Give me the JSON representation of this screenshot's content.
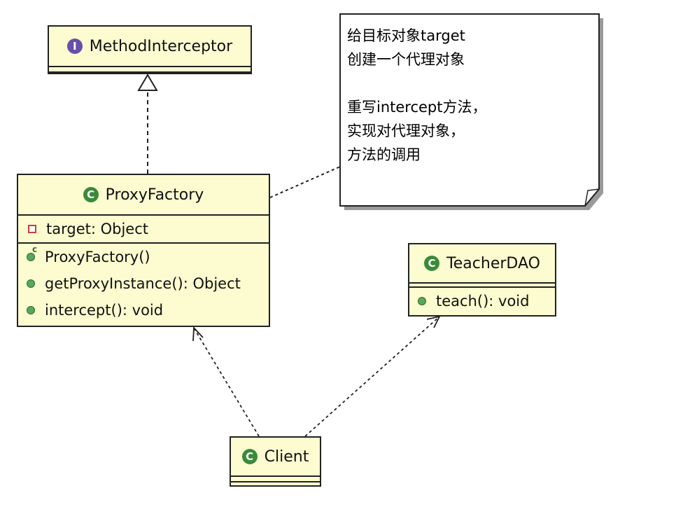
{
  "colors": {
    "class_fill": "#fcfcd0",
    "border": "#222222",
    "class_badge": "#3a8a3a",
    "interface_badge": "#6650a8",
    "public_dot": "#5aa65a",
    "private_marker": "#c84040"
  },
  "method_interceptor": {
    "badge": "I",
    "name": "MethodInterceptor"
  },
  "proxy_factory": {
    "badge": "C",
    "name": "ProxyFactory",
    "fields": [
      {
        "text": "target: Object",
        "icon": "private-field-icon"
      }
    ],
    "methods": [
      {
        "text": "ProxyFactory()",
        "icon": "constructor-icon",
        "ctor_mark": "c"
      },
      {
        "text": "getProxyInstance(): Object",
        "icon": "public-method-icon"
      },
      {
        "text": "intercept(): void",
        "icon": "public-method-icon"
      }
    ]
  },
  "teacher_dao": {
    "badge": "C",
    "name": "TeacherDAO",
    "methods": [
      {
        "text": "teach(): void",
        "icon": "public-method-icon"
      }
    ]
  },
  "client": {
    "badge": "C",
    "name": "Client"
  },
  "note": {
    "lines": [
      "给目标对象target",
      "创建一个代理对象",
      "",
      "重写intercept方法，",
      "实现对代理对象，",
      "方法的调用"
    ]
  },
  "relations": [
    {
      "from": "ProxyFactory",
      "to": "MethodInterceptor",
      "kind": "realization"
    },
    {
      "from": "Client",
      "to": "ProxyFactory",
      "kind": "dependency"
    },
    {
      "from": "Client",
      "to": "TeacherDAO",
      "kind": "dependency"
    },
    {
      "from": "ProxyFactory",
      "to": "note",
      "kind": "note-anchor"
    }
  ]
}
